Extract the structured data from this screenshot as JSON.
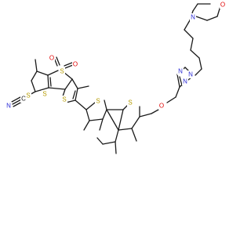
{
  "colors": {
    "bond": "#1a1a1a",
    "carbon": "#1a1a1a",
    "sulfur": "#b59b00",
    "oxygen": "#e00000",
    "nitrogen": "#2c2cd6"
  },
  "atoms": [
    {
      "id": "s1",
      "label": "S",
      "element": "sulfur"
    },
    {
      "id": "s2",
      "label": "S",
      "element": "sulfur"
    },
    {
      "id": "o1",
      "label": "O",
      "element": "oxygen"
    },
    {
      "id": "o2",
      "label": "O",
      "element": "oxygen"
    },
    {
      "id": "s3",
      "label": "S",
      "element": "sulfur"
    },
    {
      "id": "s4",
      "label": "S",
      "element": "sulfur"
    },
    {
      "id": "s5",
      "label": "S",
      "element": "sulfur"
    },
    {
      "id": "s6",
      "label": "S",
      "element": "sulfur"
    },
    {
      "id": "c_nitrile",
      "label": "C",
      "element": "carbon"
    },
    {
      "id": "n_nitrile",
      "label": "N",
      "element": "nitrogen"
    },
    {
      "id": "o_ether",
      "label": "O",
      "element": "oxygen"
    },
    {
      "id": "n_tri1",
      "label": "N",
      "element": "nitrogen"
    },
    {
      "id": "n_tri2",
      "label": "N",
      "element": "nitrogen"
    },
    {
      "id": "n_tri3",
      "label": "N",
      "element": "nitrogen"
    },
    {
      "id": "n_morph",
      "label": "N",
      "element": "nitrogen"
    },
    {
      "id": "o_morph",
      "label": "O",
      "element": "oxygen"
    }
  ]
}
